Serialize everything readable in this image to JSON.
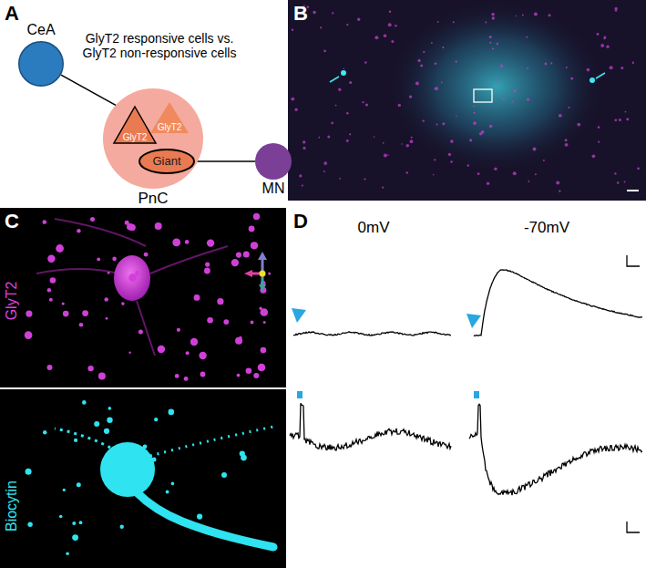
{
  "diagram": {
    "nodes": [
      {
        "text": [
          "CeA"
        ]
      },
      {
        "text": [
          "PnC"
        ]
      },
      {
        "text": [
          "GlyT2"
        ],
        "in": 1
      },
      {
        "text": [
          "GlyT2"
        ],
        "in": 1
      },
      {
        "text": [
          "Giant"
        ],
        "in": 1
      },
      {
        "text": [
          "MN"
        ]
      }
    ],
    "edges": [
      {
        "from": 0,
        "to": 2,
        "arrow": "none"
      },
      {
        "from": 2,
        "to": 4,
        "arrow": "none"
      },
      {
        "from": 4,
        "to": 5,
        "arrow": "none"
      }
    ],
    "labels": [
      "A",
      "GlyT2 responsive cells vs. GlyT2 non-responsive cells",
      "B",
      "C",
      "GlyT2",
      "Biocytin",
      "D",
      "0mV",
      "-70mV"
    ]
  }
}
